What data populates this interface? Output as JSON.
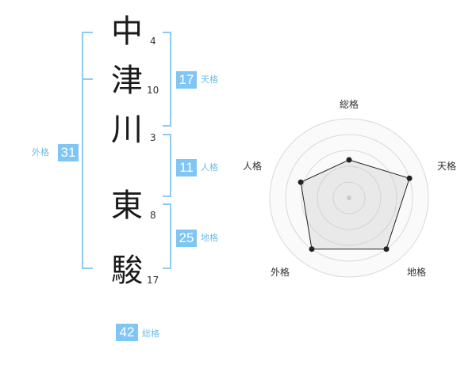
{
  "name": {
    "chars": [
      {
        "char": "中",
        "strokes": "4"
      },
      {
        "char": "津",
        "strokes": "10"
      },
      {
        "char": "川",
        "strokes": "3"
      },
      {
        "char": "東",
        "strokes": "8"
      },
      {
        "char": "駿",
        "strokes": "17"
      }
    ]
  },
  "fortune": {
    "tenkaku": {
      "value": "17",
      "label": "天格"
    },
    "jinkaku": {
      "value": "11",
      "label": "人格"
    },
    "chikaku": {
      "value": "25",
      "label": "地格"
    },
    "gaikaku": {
      "value": "31",
      "label": "外格"
    },
    "soukaku": {
      "value": "42",
      "label": "総格"
    }
  },
  "colors": {
    "accent": "#7fc6f4",
    "bracket": "#8ecbf2"
  },
  "chart_data": {
    "type": "radar",
    "axes": [
      "総格",
      "天格",
      "地格",
      "外格",
      "人格"
    ],
    "values": [
      3,
      5,
      5,
      5,
      4
    ],
    "max": 5
  }
}
